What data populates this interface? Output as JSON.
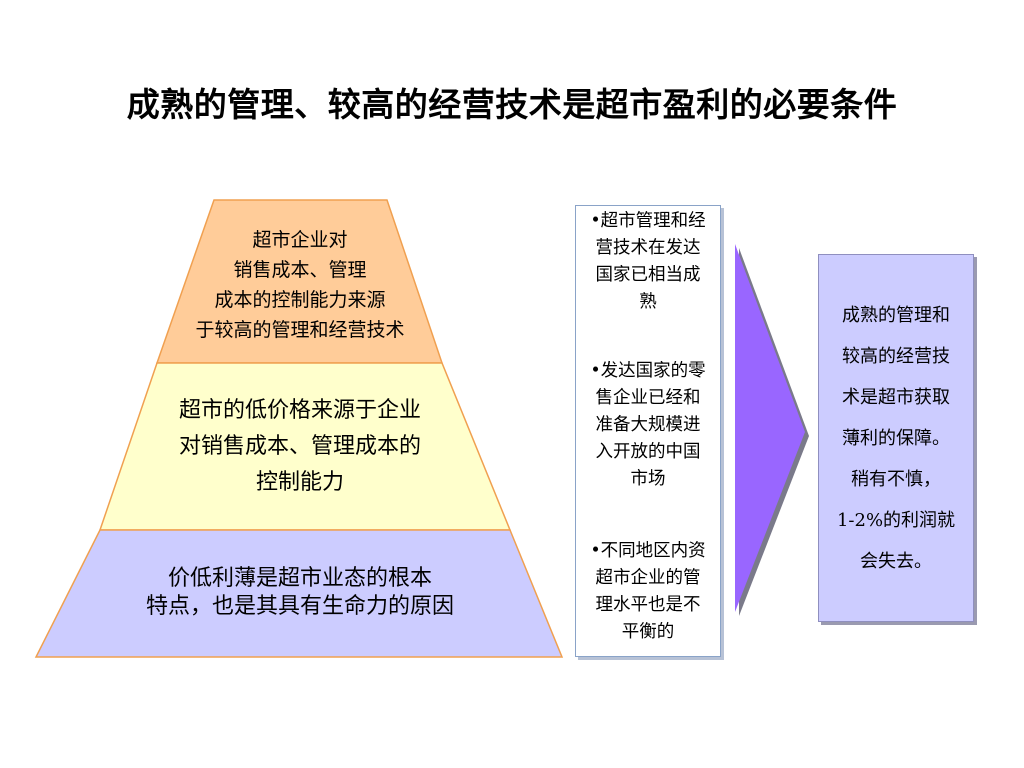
{
  "title": "成熟的管理、较高的经营技术是超市盈利的必要条件",
  "pyramid": {
    "tiers": [
      {
        "lines": [
          "超市企业对",
          "销售成本、管理",
          "成本的控制能力来源",
          "于较高的管理和经营技术"
        ],
        "fill": "#ffcc99"
      },
      {
        "lines": [
          "超市的低价格来源于企业",
          "对销售成本、管理成本的",
          "控制能力"
        ],
        "fill": "#ffffcc"
      },
      {
        "lines": [
          "价低利薄是超市业态的根本",
          "特点，也是其具有生命力的原因"
        ],
        "fill": "#ccccff"
      }
    ],
    "edge_color": "#f0a050"
  },
  "middle_box": {
    "items": [
      {
        "lines": [
          "•超市管理和经",
          "营技术在发达",
          "国家已相当成",
          "熟"
        ]
      },
      {
        "lines": [
          "•发达国家的零",
          "售企业已经和",
          "准备大规模进",
          "入开放的中国",
          "市场"
        ]
      },
      {
        "lines": [
          "•不同地区内资",
          "超市企业的管",
          "理水平也是不",
          "平衡的"
        ]
      }
    ]
  },
  "arrow": {
    "fill": "#9966ff"
  },
  "right_box": {
    "lines": [
      "成熟的管理和",
      "较高的经营技",
      "术是超市获取",
      "薄利的保障。",
      "稍有不慎，",
      "1-2%的利润就",
      "会失去。"
    ]
  }
}
